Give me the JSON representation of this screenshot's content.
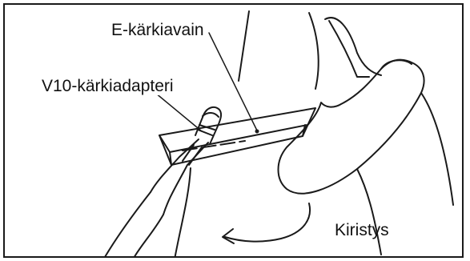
{
  "labels": {
    "key": "E-kärkiavain",
    "adapter": "V10-kärkiadapteri",
    "tighten": "Kiristys"
  },
  "icons": [
    "tightening-direction-arrow-icon"
  ],
  "colors": {
    "line": "#1a1a1a",
    "background": "#ffffff"
  }
}
